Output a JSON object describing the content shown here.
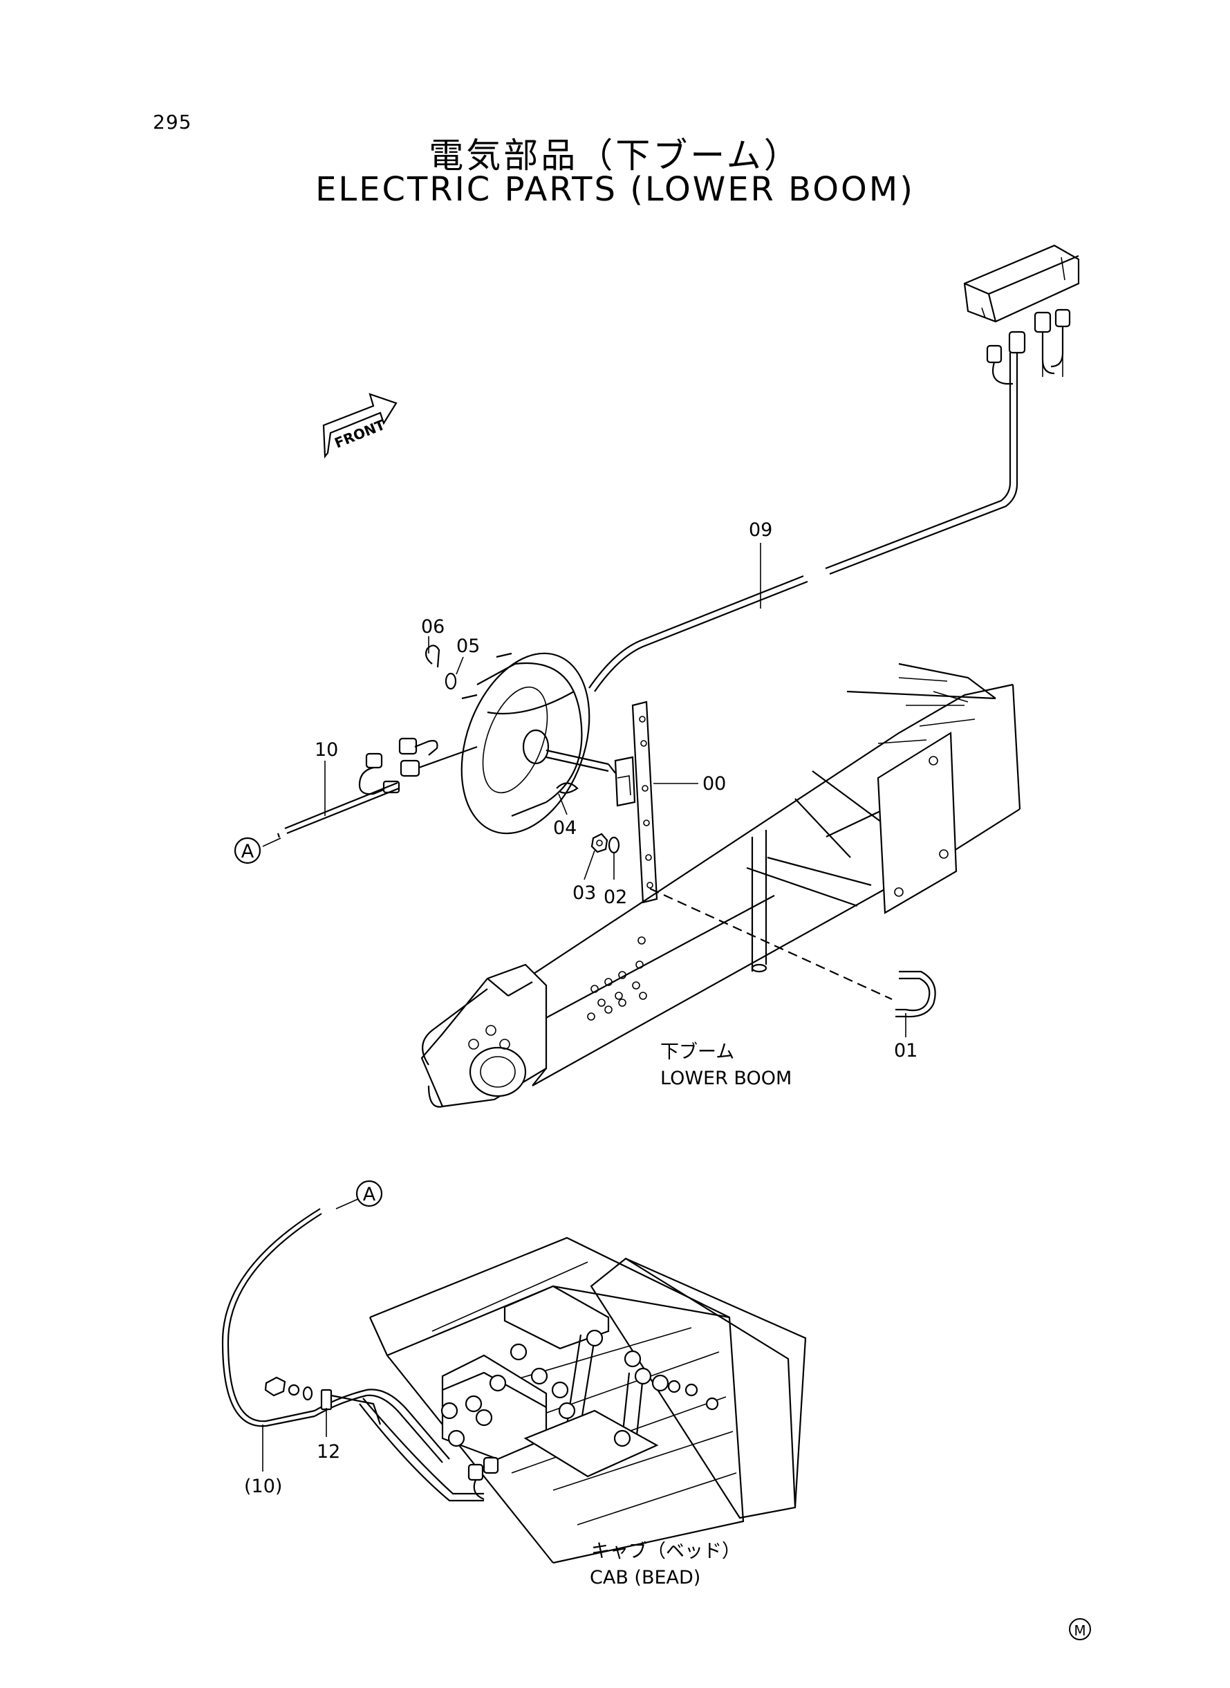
{
  "page_number": "295",
  "title": {
    "jp": "電気部品（下ブーム）",
    "en": "ELECTRIC PARTS (LOWER BOOM)"
  },
  "front_marker": "FRONT",
  "callouts": {
    "p00": "00",
    "p01": "01",
    "p02": "02",
    "p03": "03",
    "p04": "04",
    "p05": "05",
    "p06": "06",
    "p09": "09",
    "p10": "10",
    "p12": "12",
    "p10_ref": "(10)",
    "ref_a_top": "A",
    "ref_a_bottom": "A"
  },
  "captions": {
    "lower_boom_jp": "下ブーム",
    "lower_boom_en": "LOWER BOOM",
    "cab_jp": "キャブ（ベッド）",
    "cab_en": "CAB (BEAD)"
  },
  "corner_mark": "M",
  "colors": {
    "ink": "#000000",
    "paper": "#ffffff"
  }
}
